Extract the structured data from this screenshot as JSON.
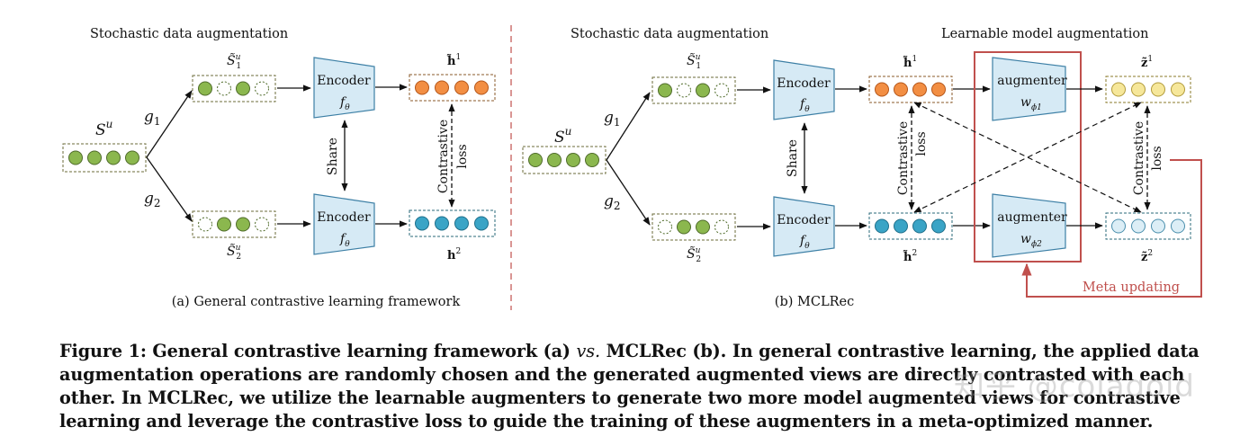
{
  "colors": {
    "green": "#8BB74E",
    "green_stroke": "#4F6B2A",
    "orange": "#F28E43",
    "orange_stroke": "#B4561A",
    "blue": "#3AA4C6",
    "blue_stroke": "#1F6F8B",
    "yellow": "#F6E79A",
    "yellow_stroke": "#B29B3A",
    "lightblue": "#DCEEF6",
    "lightblue_stroke": "#4A8FAD",
    "encoder_fill": "#D6EAF5",
    "encoder_stroke": "#3C7FA5",
    "meta_red": "#C0504D"
  },
  "left": {
    "section_label": "Stochastic data augmentation",
    "caption": "(a) General contrastive learning framework",
    "su_label": "S",
    "su_sup": "u",
    "g1": "g",
    "g1_sub": "1",
    "g2": "g",
    "g2_sub": "2",
    "s1_label": "S̃",
    "s1_sup": "u",
    "s1_sub": "1",
    "s2_label": "S̃",
    "s2_sup": "u",
    "s2_sub": "2",
    "encoder_top": "Encoder",
    "encoder_top_f": "f",
    "encoder_top_sub": "θ",
    "encoder_bottom": "Encoder",
    "encoder_bottom_f": "f",
    "encoder_bottom_sub": "θ",
    "share": "Share",
    "h1": "h̃",
    "h1_sup": "1",
    "h2": "h",
    "h2_sup": "2",
    "contrastive": "Contrastive",
    "loss": "loss"
  },
  "right": {
    "section_label": "Stochastic data augmentation",
    "section_label2": "Learnable model augmentation",
    "caption": "(b) MCLRec",
    "su_label": "S",
    "su_sup": "u",
    "g1": "g",
    "g1_sub": "1",
    "g2": "g",
    "g2_sub": "2",
    "s1_label": "S̃",
    "s1_sup": "u",
    "s1_sub": "1",
    "s2_label": "S̃",
    "s2_sup": "u",
    "s2_sub": "2",
    "encoder_top": "Encoder",
    "encoder_top_f": "f",
    "encoder_top_sub": "θ",
    "encoder_bottom": "Encoder",
    "encoder_bottom_f": "f",
    "encoder_bottom_sub": "θ",
    "share": "Share",
    "h1": "h̃",
    "h1_sup": "1",
    "h2": "h̃",
    "h2_sup": "2",
    "contrastive_left": "Contrastive",
    "loss_left": "loss",
    "augmenter_top": "augmenter",
    "augmenter_top_w": "w",
    "augmenter_top_sub": "ϕ1",
    "augmenter_bottom": "augmenter",
    "augmenter_bottom_w": "w",
    "augmenter_bottom_sub": "ϕ2",
    "z1": "z̃",
    "z1_sup": "1",
    "z2": "z̃",
    "z2_sup": "2",
    "contrastive_right": "Contrastive",
    "loss_right": "loss",
    "meta_updating": "Meta updating"
  },
  "figure_caption": {
    "lead": "Figure 1: General contrastive learning framework (a) ",
    "vs": "vs.",
    "rest": " MCLRec (b). In general contrastive learning, the applied data augmentation operations are randomly chosen and the generated augmented views are directly contrasted with each other. In MCLRec, we utilize the learnable augmenters to generate two more model augmented views for contrastive learning and leverage the contrastive loss to guide the training of these augmenters in a meta-optimized manner."
  },
  "watermark": "知乎 @colagold"
}
